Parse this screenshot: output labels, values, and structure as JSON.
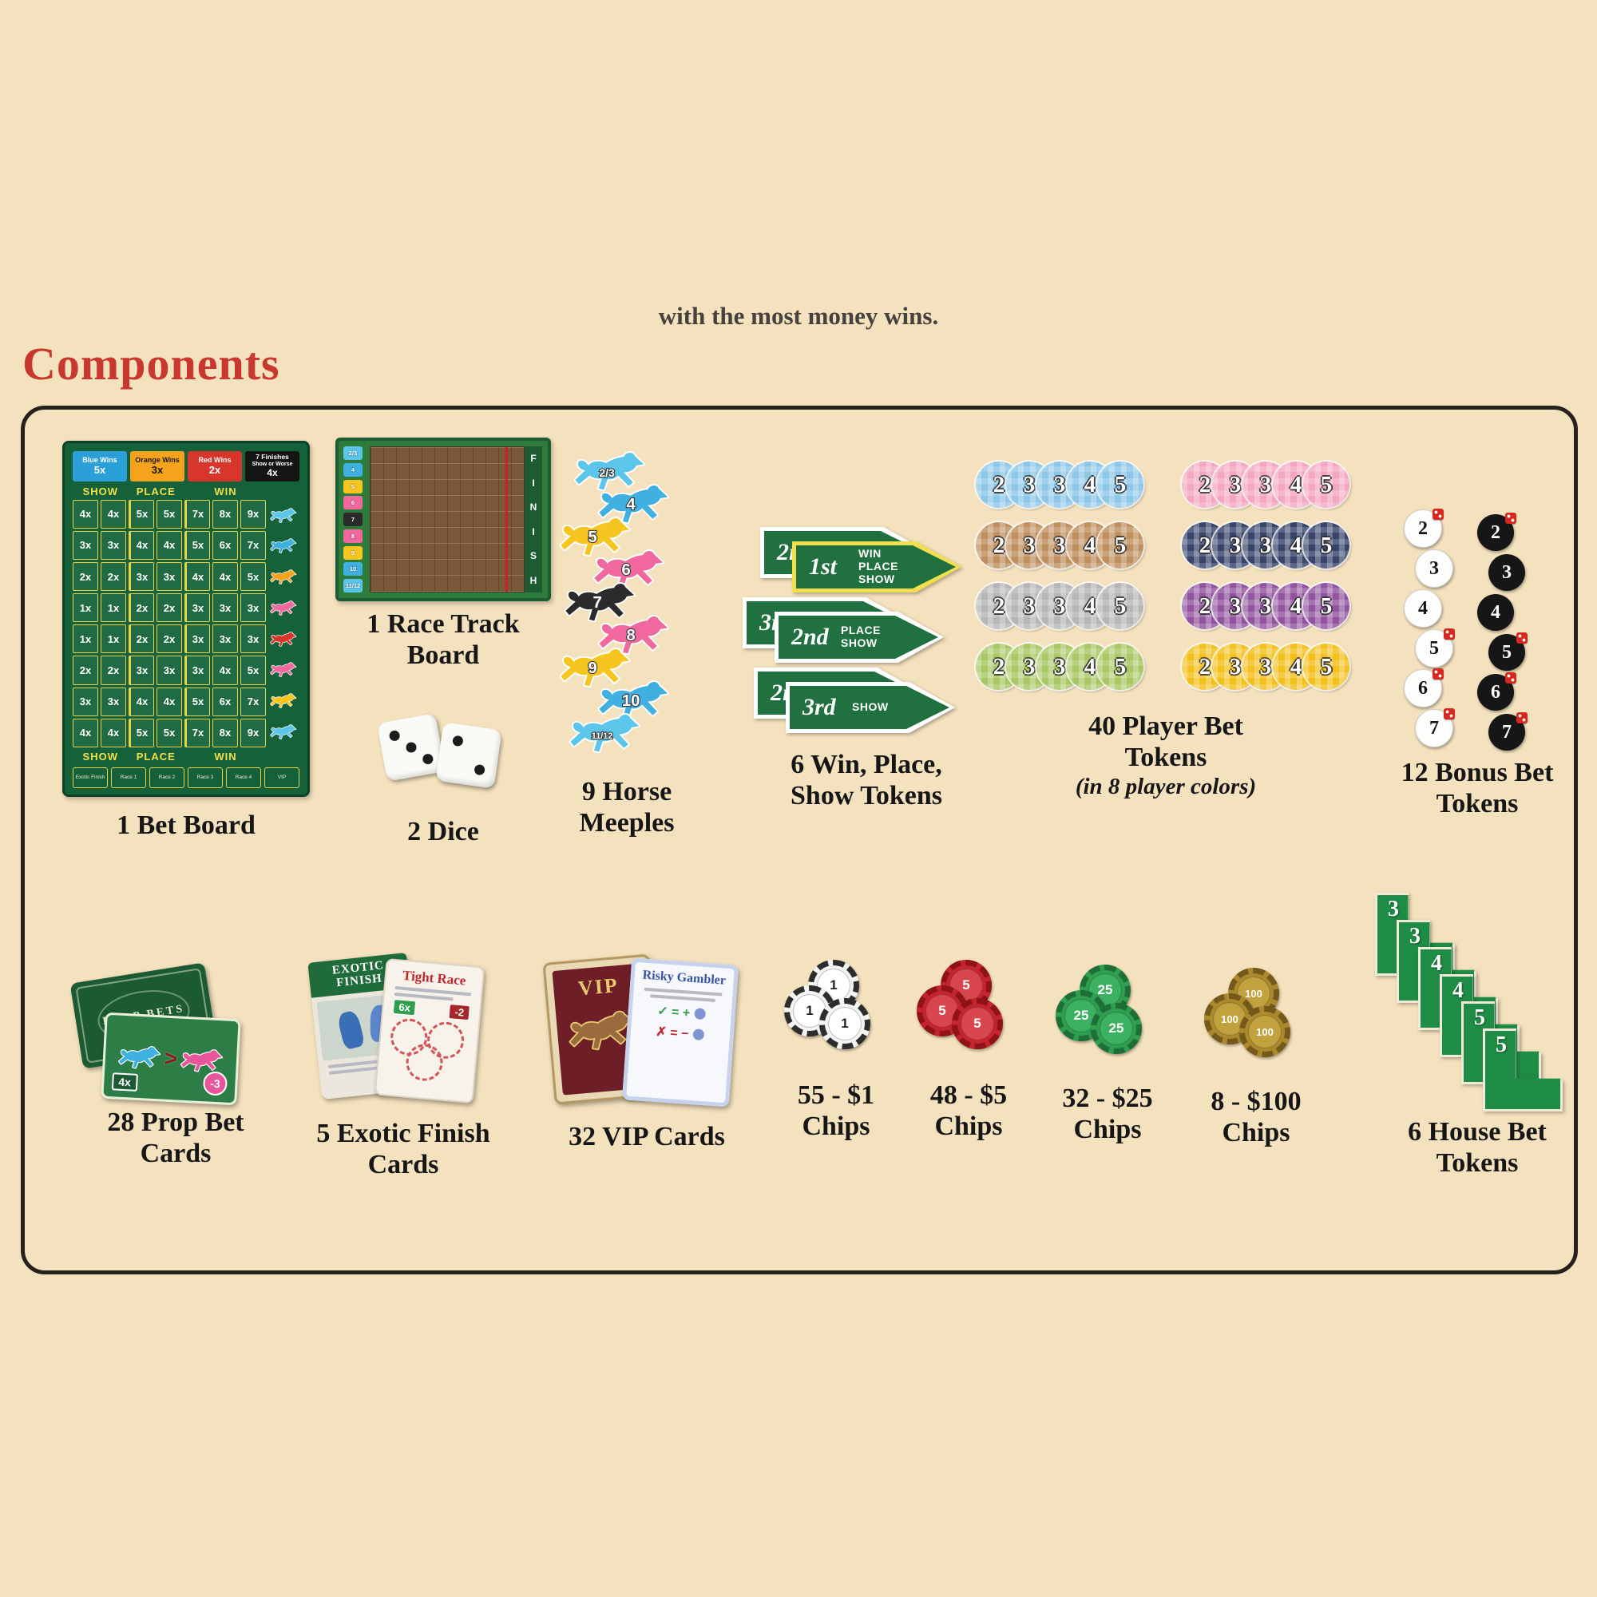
{
  "page": {
    "top_text": "with the most money wins.",
    "heading": "Components"
  },
  "bet_board": {
    "caption": "1 Bet Board",
    "header_boxes": [
      {
        "lines": [
          "Blue Wins",
          "5x"
        ],
        "bg": "#2b9fd8",
        "fg": "#ffffff"
      },
      {
        "lines": [
          "Orange Wins",
          "3x"
        ],
        "bg": "#f6a21d",
        "fg": "#1a1a1a"
      },
      {
        "lines": [
          "Red Wins",
          "2x"
        ],
        "bg": "#d8352c",
        "fg": "#ffffff"
      },
      {
        "lines": [
          "7 Finishes",
          "Show or Worse",
          "4x"
        ],
        "bg": "#151515",
        "fg": "#ffffff"
      }
    ],
    "column_labels": [
      "SHOW",
      "PLACE",
      "WIN"
    ],
    "grid_rows": [
      [
        "4x",
        "4x",
        "5x",
        "5x",
        "7x",
        "8x",
        "9x"
      ],
      [
        "3x",
        "3x",
        "4x",
        "4x",
        "5x",
        "6x",
        "7x"
      ],
      [
        "2x",
        "2x",
        "3x",
        "3x",
        "4x",
        "4x",
        "5x"
      ],
      [
        "1x",
        "1x",
        "2x",
        "2x",
        "3x",
        "3x",
        "3x"
      ],
      [
        "1x",
        "1x",
        "2x",
        "2x",
        "3x",
        "3x",
        "3x"
      ],
      [
        "2x",
        "2x",
        "3x",
        "3x",
        "3x",
        "4x",
        "5x"
      ],
      [
        "3x",
        "3x",
        "4x",
        "4x",
        "5x",
        "6x",
        "7x"
      ],
      [
        "4x",
        "4x",
        "5x",
        "5x",
        "7x",
        "8x",
        "9x"
      ]
    ],
    "side_horse_colors": [
      "#5bc5ea",
      "#3fb0e0",
      "#f6a21d",
      "#f0689e",
      "#d8352c",
      "#f0689e",
      "#f6c51f",
      "#5bc5ea"
    ],
    "footer_boxes": [
      "Exotic Finish",
      "Race 1",
      "Race 2",
      "Race 3",
      "Race 4",
      "VIP"
    ]
  },
  "race_track": {
    "caption_lines": [
      "1 Race Track",
      "Board"
    ],
    "finish_label": "FINISH",
    "lanes": [
      {
        "label": "2/3",
        "color": "#5bc5ea"
      },
      {
        "label": "4",
        "color": "#3fb0e0"
      },
      {
        "label": "5",
        "color": "#f6c51f"
      },
      {
        "label": "6",
        "color": "#f0689e"
      },
      {
        "label": "7",
        "color": "#2b2b2b"
      },
      {
        "label": "8",
        "color": "#f0689e"
      },
      {
        "label": "9",
        "color": "#f6c51f"
      },
      {
        "label": "10",
        "color": "#3fb0e0"
      },
      {
        "label": "11/12",
        "color": "#5bc5ea"
      }
    ]
  },
  "dice": {
    "caption": "2 Dice",
    "faces": [
      3,
      2
    ]
  },
  "horse_meeples": {
    "caption_lines": [
      "9 Horse",
      "Meeples"
    ],
    "horses": [
      {
        "label": "2/3",
        "color": "#5bc5ea"
      },
      {
        "label": "4",
        "color": "#3fb0e0"
      },
      {
        "label": "5",
        "color": "#f6c51f"
      },
      {
        "label": "6",
        "color": "#f0689e"
      },
      {
        "label": "7",
        "color": "#2b2b2b"
      },
      {
        "label": "8",
        "color": "#f0689e"
      },
      {
        "label": "9",
        "color": "#f6c51f"
      },
      {
        "label": "10",
        "color": "#3fb0e0"
      },
      {
        "label": "11/12",
        "color": "#5bc5ea"
      }
    ]
  },
  "wps_tokens": {
    "caption_lines": [
      "6 Win, Place,",
      "Show Tokens"
    ],
    "pairs": [
      {
        "back_rank": "2nd",
        "front_rank": "1st",
        "front_lines": [
          "WIN",
          "PLACE",
          "SHOW"
        ],
        "front_border": "#f2df4e"
      },
      {
        "back_rank": "3rd",
        "front_rank": "2nd",
        "front_lines": [
          "PLACE",
          "SHOW"
        ],
        "front_border": "#ffffff"
      },
      {
        "back_rank": "2nd",
        "front_rank": "3rd",
        "front_lines": [
          "SHOW"
        ],
        "front_border": "#ffffff"
      }
    ]
  },
  "player_bet_tokens": {
    "caption_lines": [
      "40 Player Bet",
      "Tokens"
    ],
    "caption_note": "(in 8 player colors)",
    "numbers": [
      "2",
      "3",
      "3",
      "4",
      "5"
    ],
    "colors": [
      "#8cc7e8",
      "#f4a6c0",
      "#bf8f5d",
      "#37456b",
      "#b6b6b6",
      "#93549f",
      "#a9c763",
      "#f3c01c"
    ]
  },
  "bonus_bet_tokens": {
    "caption_lines": [
      "12 Bonus Bet",
      "Tokens"
    ],
    "numbers": [
      "2",
      "3",
      "4",
      "5",
      "6",
      "7"
    ],
    "white_bg": "#fdfdfb",
    "black_bg": "#161616"
  },
  "prop_bet_cards": {
    "caption_lines": [
      "28 Prop Bet",
      "Cards"
    ],
    "back_title": "PROP BETS",
    "front_sep": ">",
    "front_mult": "4x",
    "front_penalty": "-3",
    "front_horse_colors": [
      "#3fb0e0",
      "#e8559a"
    ]
  },
  "exotic_finish_cards": {
    "caption_lines": [
      "5 Exotic Finish",
      "Cards"
    ],
    "back_title_lines": [
      "EXOTIC",
      "FINISH"
    ],
    "front_title": "Tight Race",
    "front_mult": "6x",
    "front_penalty": "-2"
  },
  "vip_cards": {
    "caption": "32 VIP Cards",
    "back_title": "VIP",
    "front_title": "Risky Gambler",
    "check_line": "✓ = +",
    "x_line": "✗ = −"
  },
  "chips": [
    {
      "caption_lines": [
        "55 - $1",
        "Chips"
      ],
      "value": "1",
      "bg": "#f4f4f0",
      "dash": "#2d2d2d",
      "inner": "#ffffff",
      "text": "#222222"
    },
    {
      "caption_lines": [
        "48 - $5",
        "Chips"
      ],
      "value": "5",
      "bg": "#c4242c",
      "dash": "#8f1219",
      "inner": "#d9454c",
      "text": "#ffffff"
    },
    {
      "caption_lines": [
        "32 - $25",
        "Chips"
      ],
      "value": "25",
      "bg": "#2f9e4f",
      "dash": "#1e6f37",
      "inner": "#3db162",
      "text": "#ffffff"
    },
    {
      "caption_lines": [
        "8 - $100",
        "Chips"
      ],
      "value": "100",
      "bg": "#ab8a2e",
      "dash": "#74591a",
      "inner": "#c2a23f",
      "text": "#ffffff"
    }
  ],
  "house_bet_tokens": {
    "caption_lines": [
      "6 House Bet",
      "Tokens"
    ],
    "numbers": [
      "3",
      "3",
      "4",
      "4",
      "5",
      "5"
    ]
  }
}
